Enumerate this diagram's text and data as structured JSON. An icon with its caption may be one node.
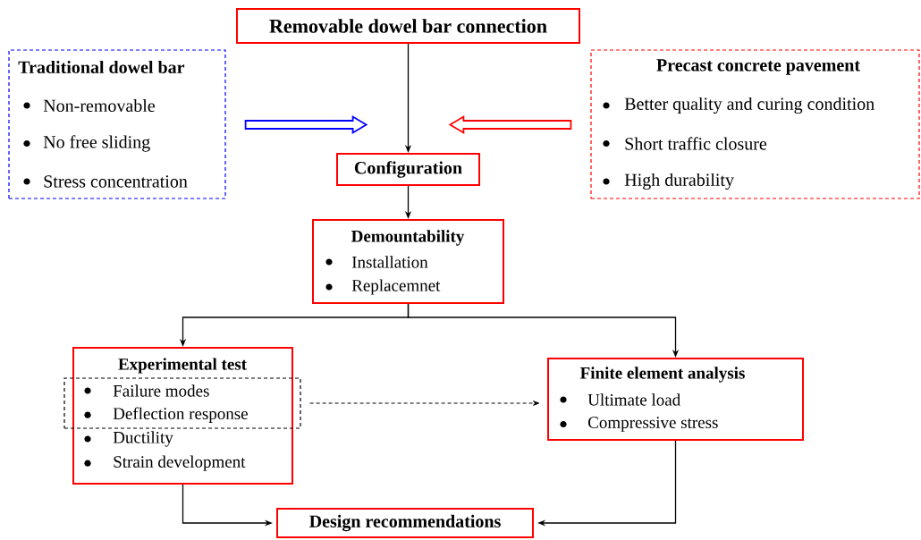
{
  "diagram": {
    "nodes": [
      {
        "text": [
          "Removable dowel bar connection"
        ]
      },
      {
        "text": [
          "Traditional dowel bar",
          "Non-removable",
          "No free sliding",
          "Stress concentration"
        ]
      },
      {
        "text": [
          "Precast concrete pavement",
          "Better quality and curing condition",
          "Short traffic closure",
          "High durability"
        ]
      },
      {
        "text": [
          "Configuration"
        ]
      },
      {
        "text": [
          "Demountability",
          "Installation",
          "Replacemnet"
        ]
      },
      {
        "text": [
          "Experimental test",
          "Ductility",
          "Strain development"
        ]
      },
      {
        "text": [
          "Failure modes",
          "Deflection response"
        ]
      },
      {
        "text": [
          "Finite element analysis",
          "Ultimate load",
          "Compressive stress"
        ]
      },
      {
        "text": [
          "Design recommendations"
        ]
      }
    ],
    "edges": [
      {
        "from": 0,
        "to": 3,
        "arrow": "to"
      },
      {
        "from": 1,
        "to": null,
        "arrow": "to",
        "style": "thick",
        "color": "#0000ff"
      },
      {
        "from": 2,
        "to": null,
        "arrow": "to",
        "style": "thick",
        "color": "#ff0000"
      },
      {
        "from": 3,
        "to": 4,
        "arrow": "to"
      },
      {
        "from": 4,
        "to": 5,
        "arrow": "to"
      },
      {
        "from": 4,
        "to": 7,
        "arrow": "to"
      },
      {
        "from": 6,
        "to": 7,
        "arrow": "to",
        "style": "dashed"
      },
      {
        "from": 5,
        "to": 8,
        "arrow": "to"
      },
      {
        "from": 7,
        "to": 8,
        "arrow": "to"
      }
    ]
  }
}
